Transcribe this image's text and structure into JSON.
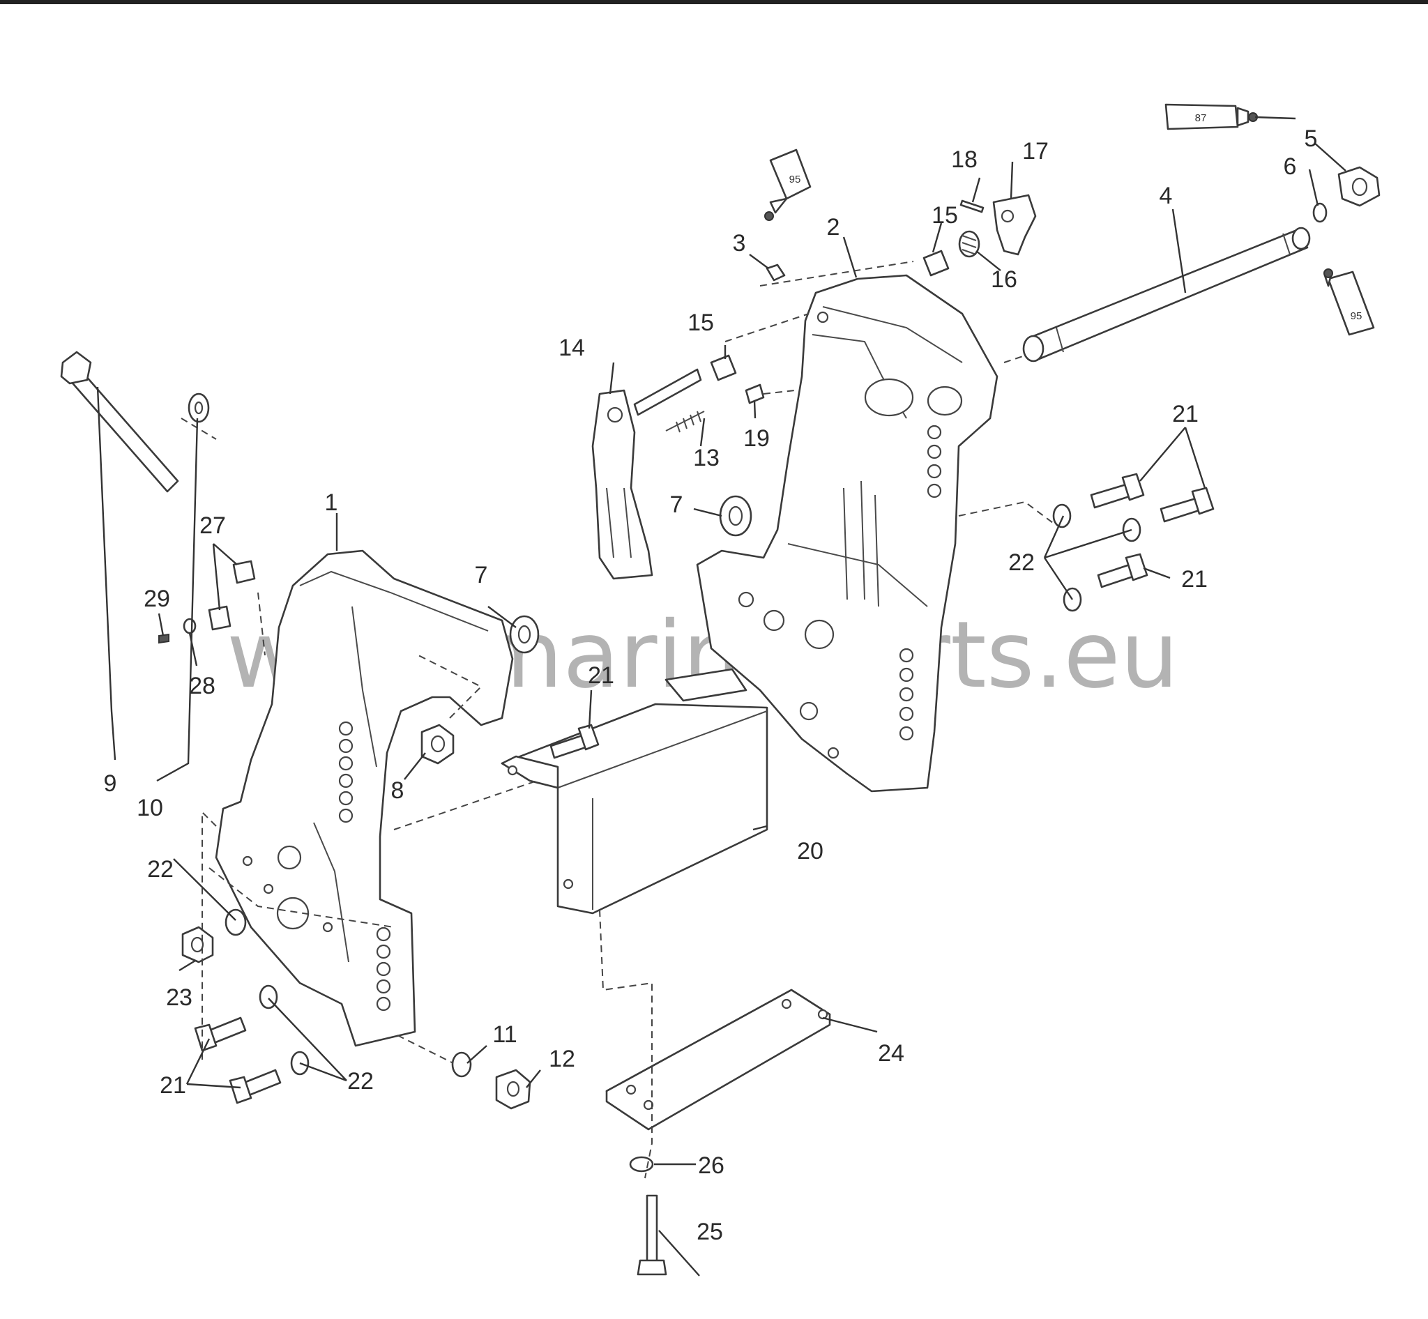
{
  "watermark": "www.marineparts.eu",
  "labels": {
    "l1": "1",
    "l2": "2",
    "l3": "3",
    "l4": "4",
    "l5": "5",
    "l6": "6",
    "l7a": "7",
    "l7b": "7",
    "l8": "8",
    "l9": "9",
    "l10": "10",
    "l11": "11",
    "l12": "12",
    "l13": "13",
    "l14": "14",
    "l15a": "15",
    "l15b": "15",
    "l16": "16",
    "l17": "17",
    "l18": "18",
    "l19": "19",
    "l20": "20",
    "l21a": "21",
    "l21b": "21",
    "l21c": "21",
    "l21d": "21",
    "l22a": "22",
    "l22b": "22",
    "l22c": "22",
    "l23": "23",
    "l24": "24",
    "l25": "25",
    "l26": "26",
    "l27": "27",
    "l28": "28",
    "l29": "29"
  },
  "tubes": {
    "t87": "87",
    "t95a": "95",
    "t95b": "95"
  }
}
